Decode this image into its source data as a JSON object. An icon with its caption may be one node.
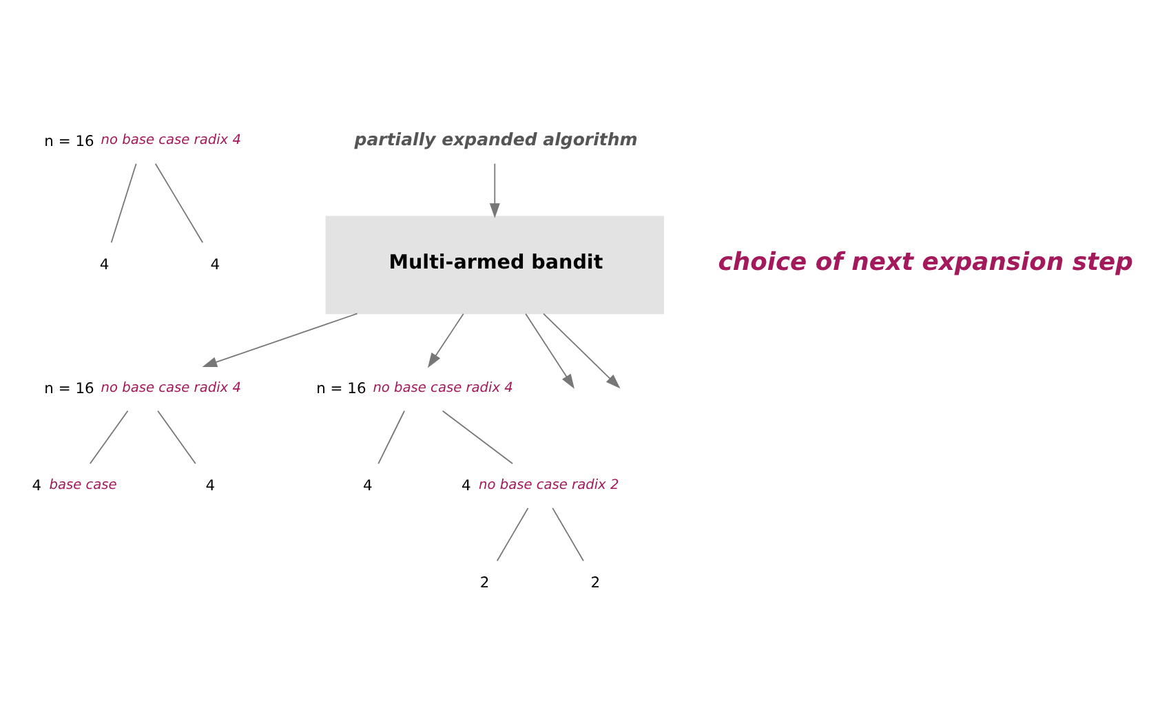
{
  "diagram": {
    "nodes": [
      {
        "text": [
          "n = 16"
        ],
        "beside": [
          "no base case radix 4"
        ]
      },
      {
        "text": [
          "4"
        ]
      },
      {
        "text": [
          "4"
        ]
      },
      {
        "text": [
          "partially expanded algorithm"
        ]
      },
      {
        "text": [
          "Multi-armed bandit"
        ]
      },
      {
        "text": [
          "n = 16"
        ],
        "beside": [
          "no base case radix 4"
        ]
      },
      {
        "text": [
          "4"
        ],
        "beside": [
          "base case"
        ]
      },
      {
        "text": [
          "4"
        ]
      },
      {
        "text": [
          "n = 16"
        ],
        "beside": [
          "no base case radix 4"
        ]
      },
      {
        "text": [
          "4"
        ]
      },
      {
        "text": [
          "4"
        ],
        "beside": [
          "no base case radix 2"
        ]
      },
      {
        "text": [
          "2"
        ]
      },
      {
        "text": [
          "2"
        ]
      }
    ],
    "edges": [
      {
        "from": 0,
        "to": 1,
        "arrow": "none"
      },
      {
        "from": 0,
        "to": 2,
        "arrow": "none"
      },
      {
        "from": 3,
        "to": 4,
        "arrow": "to"
      },
      {
        "from": 4,
        "to": null,
        "arrow": "to"
      },
      {
        "from": 4,
        "to": null,
        "arrow": "to"
      },
      {
        "from": 4,
        "to": 5,
        "arrow": "to"
      },
      {
        "from": 4,
        "to": 8,
        "arrow": "to"
      },
      {
        "from": 5,
        "to": 6,
        "arrow": "none"
      },
      {
        "from": 5,
        "to": 7,
        "arrow": "none"
      },
      {
        "from": 8,
        "to": 9,
        "arrow": "none"
      },
      {
        "from": 8,
        "to": 10,
        "arrow": "none"
      },
      {
        "from": 10,
        "to": 11,
        "arrow": "none"
      },
      {
        "from": 10,
        "to": 12,
        "arrow": "none"
      }
    ],
    "labels": [
      "choice of next expansion step"
    ]
  }
}
